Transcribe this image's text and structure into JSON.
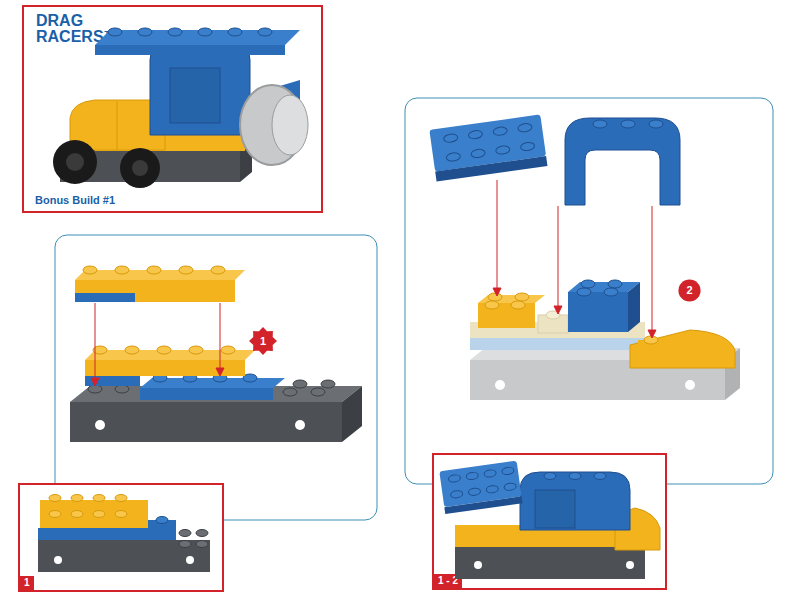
{
  "diagram": {
    "nodes": [
      {
        "text": [
          "DRAG RACERS™",
          "Bonus Build #1"
        ]
      },
      {
        "text": [
          "1"
        ]
      },
      {
        "text": [
          "1"
        ]
      },
      {
        "text": [
          "2"
        ]
      },
      {
        "text": [
          "1 - 2"
        ]
      }
    ]
  }
}
